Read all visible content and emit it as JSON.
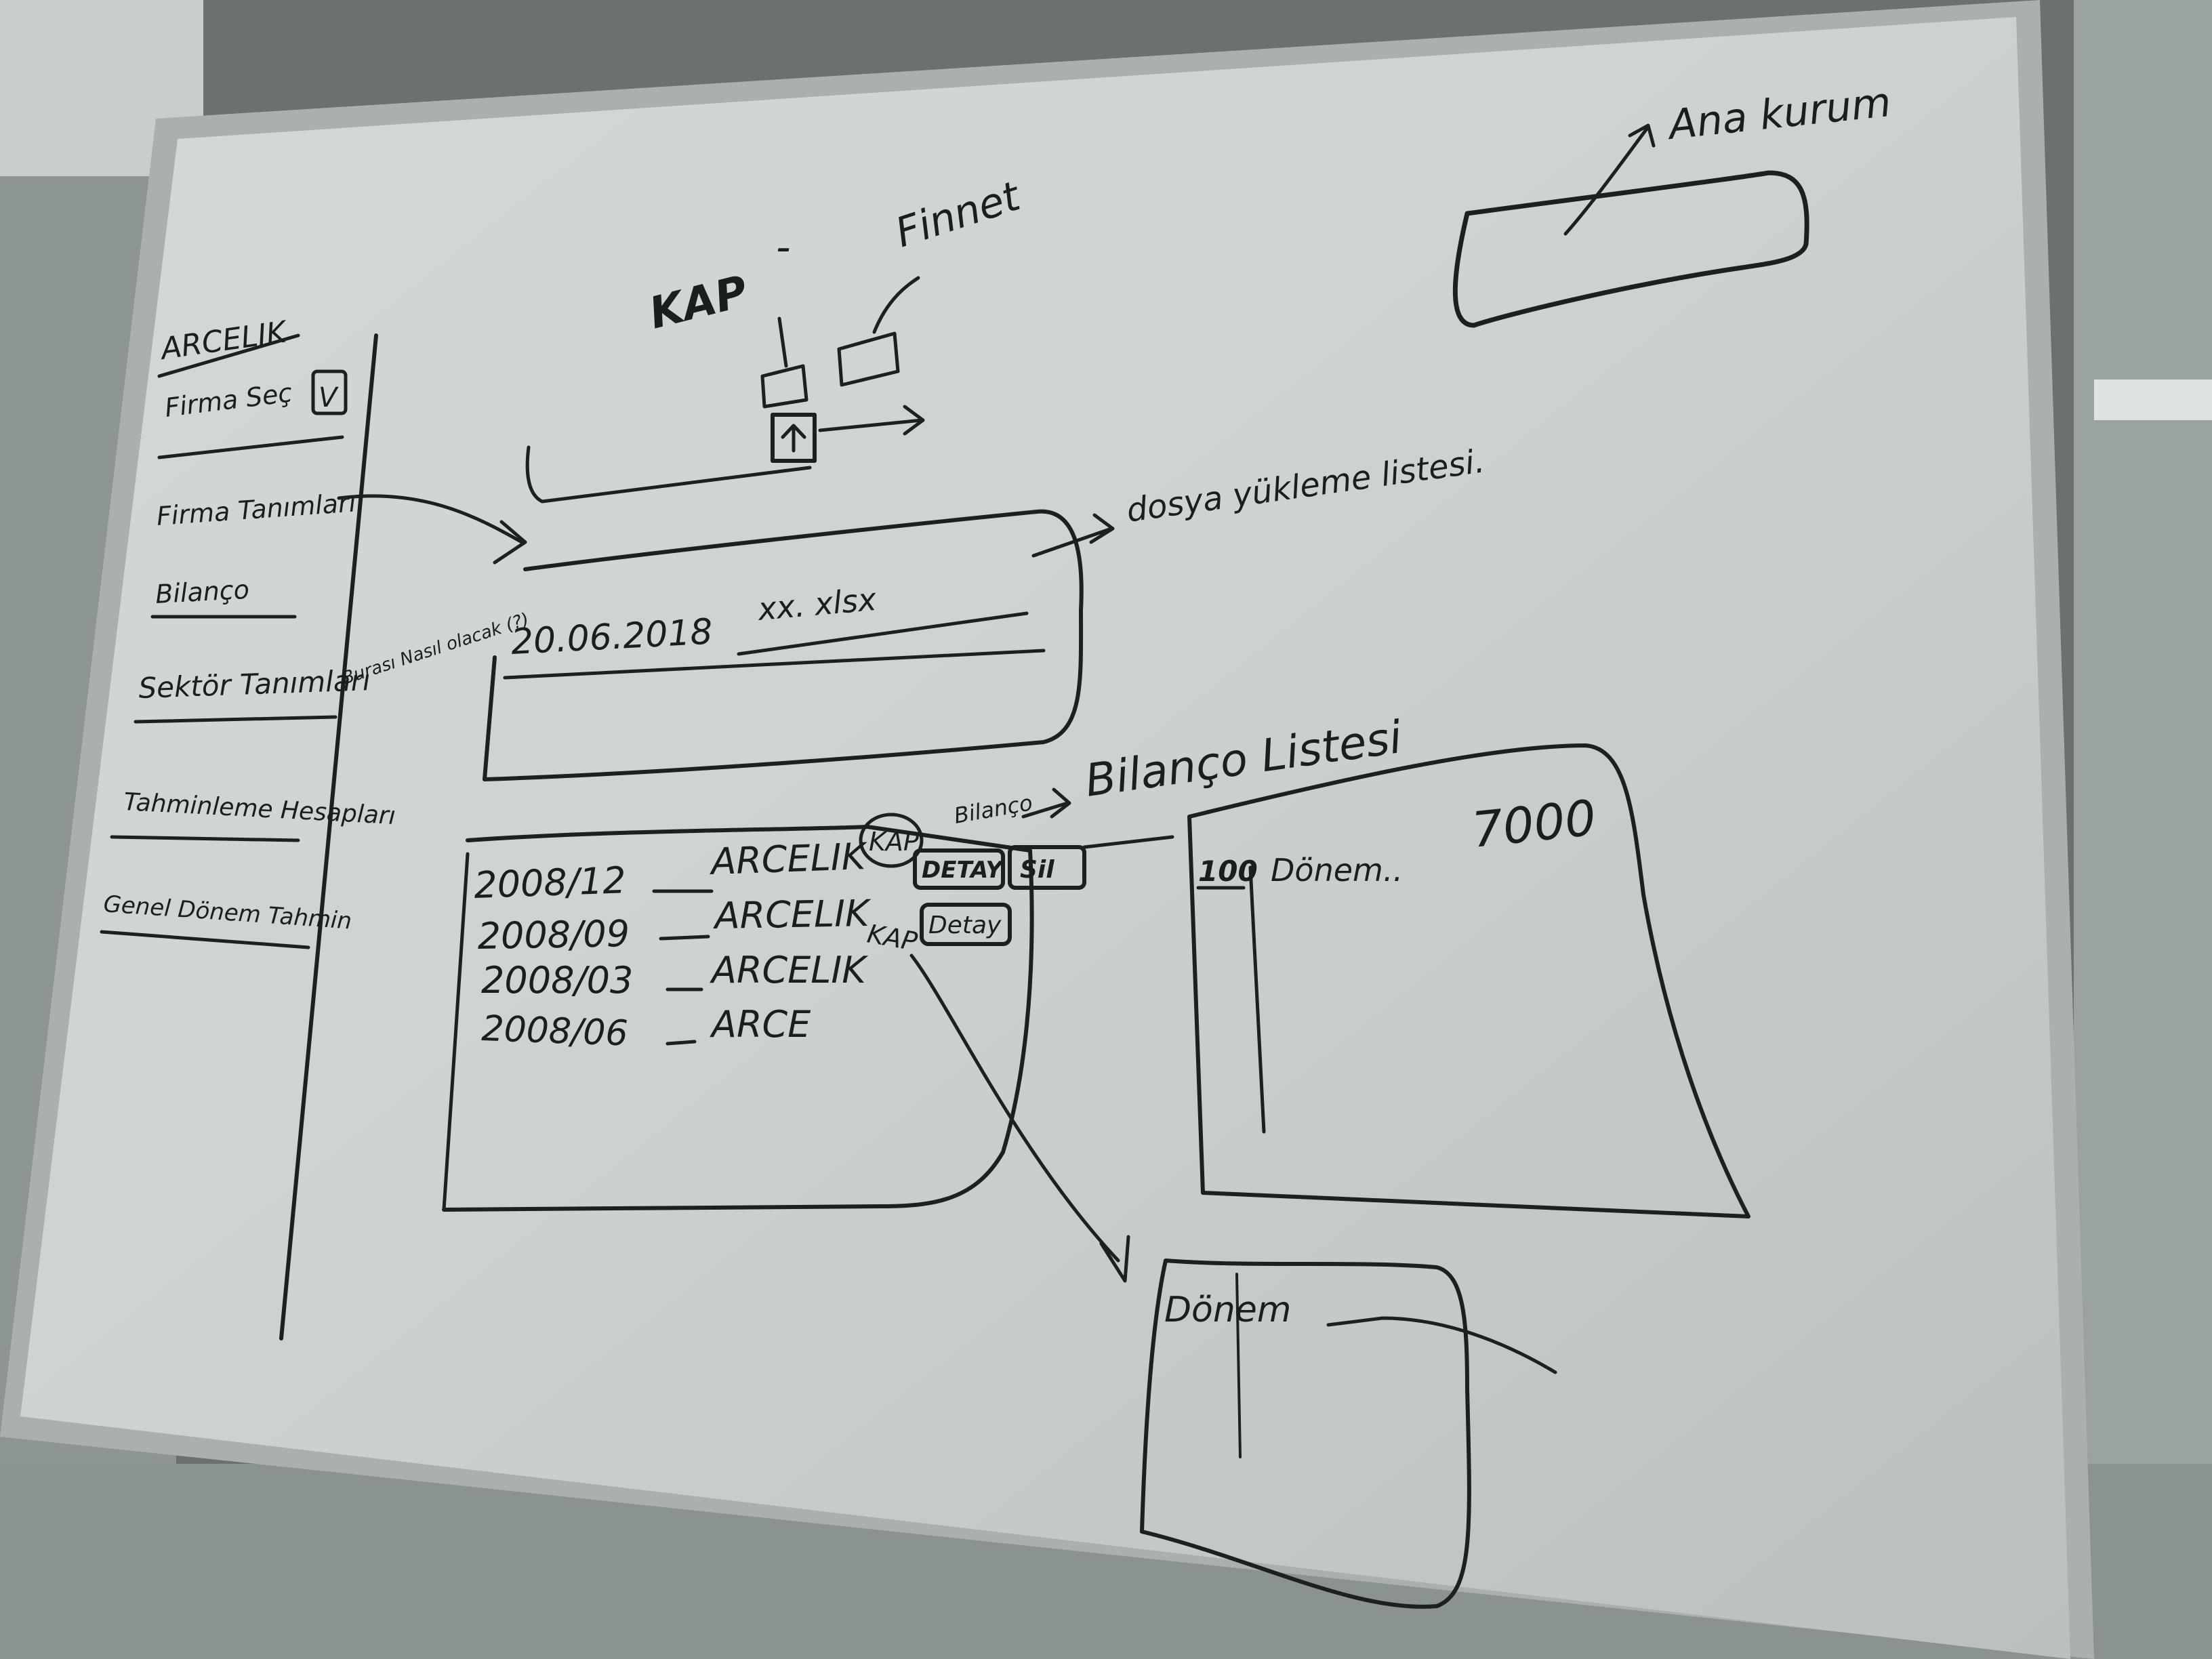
{
  "sidebar": {
    "brand": "ARCELIK",
    "firm_select": "Firma Seç",
    "firm_select_mark": "V",
    "items": [
      {
        "label": "Firma Tanımları"
      },
      {
        "label": "Bilanço"
      },
      {
        "label": "Sektör Tanımları"
      },
      {
        "label": "Tahminleme Hesapları"
      },
      {
        "label": "Genel Dönem Tahmin"
      }
    ],
    "note": "Burası Nasıl olacak (?)"
  },
  "top": {
    "source_1": "KAP",
    "dash": "-",
    "source_2": "Finnet",
    "upload_icon": "upload-arrow-icon"
  },
  "upload_list": {
    "title": "dosya yükleme listesi.",
    "row_date": "20.06.2018",
    "row_file": "xx. xlsx"
  },
  "balance_sheet": {
    "rows": [
      {
        "period": "2008/12",
        "company": "ARCELIK"
      },
      {
        "period": "2008/09",
        "company": "ARCELIK"
      },
      {
        "period": "2008/03",
        "company": "ARCELIK"
      },
      {
        "period": "2008/06",
        "company": "ARCE"
      }
    ],
    "badge_1": "KAP",
    "badge_2": "KAP",
    "detail_button": "DETAY",
    "delete_button": "Sil",
    "detail_button_2": "Detay",
    "annotation": "Bilanço",
    "list_title": "Bilanço Listesi"
  },
  "detail_panel": {
    "code": "100",
    "label": "Dönem..",
    "value": "7000"
  },
  "period_panel": {
    "label": "Dönem"
  },
  "corner": {
    "label": "Ana kurum"
  }
}
